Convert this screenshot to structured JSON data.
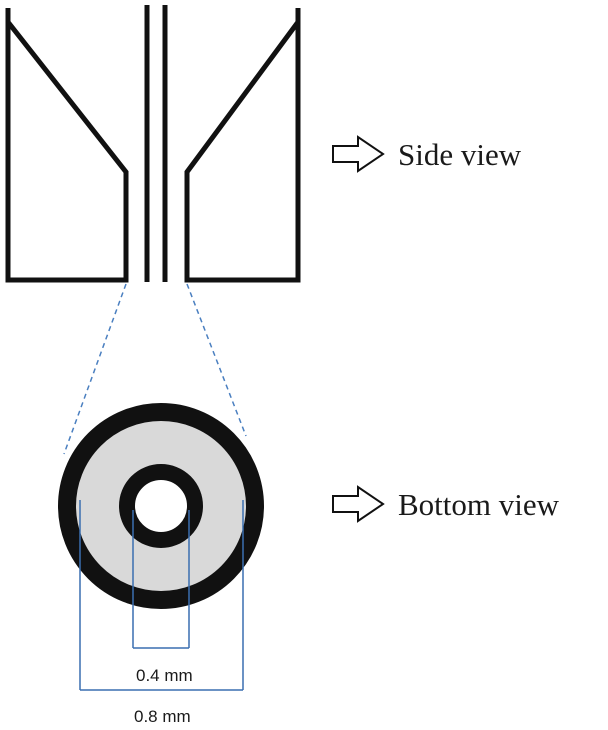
{
  "labels": {
    "side_view": "Side view",
    "bottom_view": "Bottom view",
    "inner_dim": "0.4 mm",
    "outer_dim": "0.8 mm"
  },
  "colors": {
    "stroke": "#111111",
    "ring_fill": "#d9d9d9",
    "dim_line": "#3a6fb0",
    "dash_line": "#4a7fc0"
  },
  "icons": [
    "arrow-right-outline-icon",
    "arrow-right-outline-icon"
  ]
}
